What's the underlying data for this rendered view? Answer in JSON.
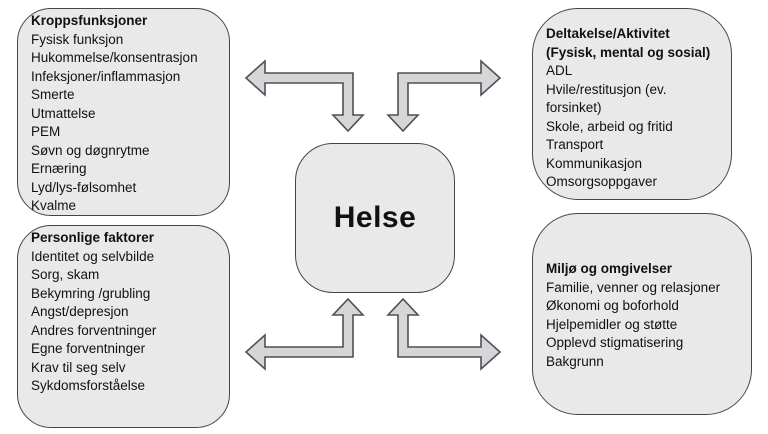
{
  "center": {
    "label": "Helse"
  },
  "boxes": {
    "body_functions": {
      "title": "Kroppsfunksjoner",
      "items": [
        "Fysisk funksjon",
        "Hukommelse/konsentrasjon",
        "Infeksjoner/inflammasjon",
        "Smerte",
        "Utmattelse",
        "PEM",
        "Søvn og døgnrytme",
        "Ernæring",
        "Lyd/lys-følsomhet",
        "Kvalme"
      ]
    },
    "personal_factors": {
      "title": "Personlige faktorer",
      "items": [
        "Identitet og selvbilde",
        "Sorg, skam",
        "Bekymring /grubling",
        "Angst/depresjon",
        "Andres forventninger",
        "Egne forventninger",
        "Krav til seg selv",
        "Sykdomsforståelse"
      ]
    },
    "participation": {
      "title_line1": "Deltakelse/Aktivitet",
      "title_line2": "(Fysisk, mental og sosial)",
      "items": [
        "ADL",
        "Hvile/restitusjon (ev. forsinket)",
        "Skole, arbeid og fritid",
        "Transport",
        "Kommunikasjon",
        "Omsorgsoppgaver"
      ]
    },
    "environment": {
      "title": "Miljø og omgivelser",
      "items": [
        "Familie, venner og relasjoner",
        "Økonomi og boforhold",
        "Hjelpemidler og støtte",
        "Opplevd stigmatisering",
        "Bakgrunn"
      ]
    }
  },
  "colors": {
    "background": "#ffffff",
    "box_fill": "#e9e9e9",
    "box_border": "#3f474e",
    "arrow_fill": "#d6d6d6",
    "arrow_stroke": "#4a5158",
    "text": "#111111"
  }
}
